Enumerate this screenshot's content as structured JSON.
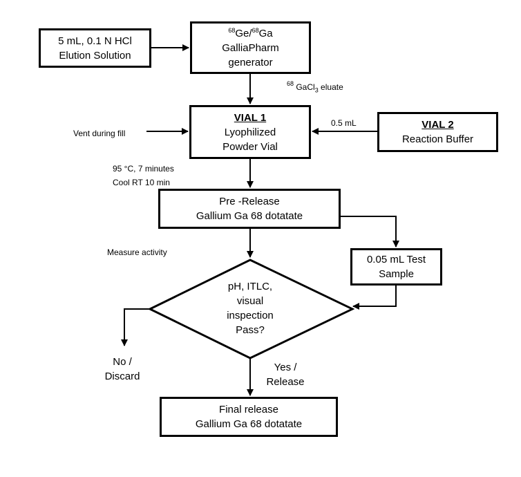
{
  "elution": {
    "line1": "5 mL, 0.1 N  HCl",
    "line2": "Elution Solution"
  },
  "generator": {
    "mass_ge": "68",
    "symbol_ge": "Ge/",
    "mass_ga": "68",
    "symbol_ga": "Ga",
    "line2": "GalliaPharm",
    "line3": "generator"
  },
  "eluate_label": {
    "mass": "68",
    "text_pre": " GaCl",
    "sub": "3",
    "text_post": " eluate"
  },
  "vial1": {
    "title": "VIAL 1",
    "line2": "Lyophilized",
    "line3": "Powder Vial"
  },
  "vial2": {
    "title": "VIAL 2",
    "line2": "Reaction Buffer"
  },
  "vent_label": "Vent during fill",
  "buffer_volume_label": "0.5 mL",
  "heating_label": {
    "line1": "95 °C, 7 minutes",
    "line2": "Cool RT   10  min"
  },
  "prerelease": {
    "line1": "Pre -Release",
    "line2": "Gallium Ga 68 dotatate"
  },
  "measure_label": "Measure activity",
  "test_sample": {
    "line1": "0.05 mL Test",
    "line2": "Sample"
  },
  "decision": {
    "line1": "pH, ITLC,",
    "line2": "visual",
    "line3": "inspection",
    "line4": "Pass?"
  },
  "no_label": {
    "line1": "No /",
    "line2": "Discard"
  },
  "yes_label": {
    "line1": "Yes /",
    "line2": "Release"
  },
  "final": {
    "line1": "Final release",
    "line2": "Gallium Ga 68 dotatate"
  }
}
